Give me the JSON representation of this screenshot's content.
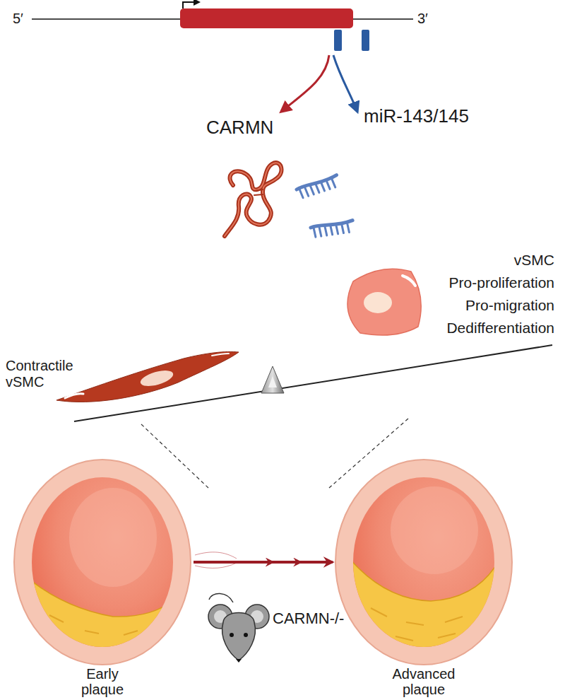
{
  "diagram": {
    "nodes": [
      {
        "text": [
          "Early plaque"
        ]
      },
      {
        "text": [
          "Advanced plaque"
        ]
      }
    ],
    "edges": [
      {
        "from": 0,
        "to": 1,
        "arrow": "to"
      }
    ],
    "labels": [
      "5′",
      "3′",
      "CARMN",
      "miR-143/145",
      "Contractile vSMC",
      "vSMC",
      "Pro-proliferation",
      "Pro-migration",
      "Dedifferentiation",
      "CARMN-/-"
    ]
  }
}
